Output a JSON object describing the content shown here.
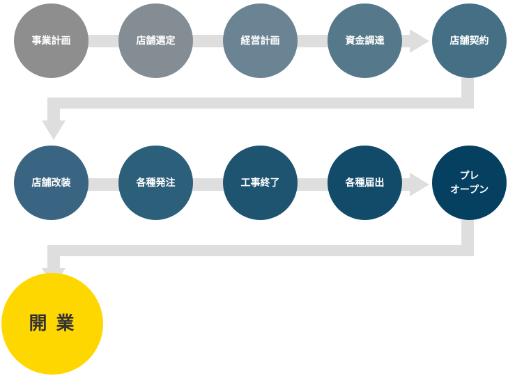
{
  "diagram": {
    "rows": [
      {
        "steps": [
          {
            "label": "事業計画",
            "color": "#8e8e8e"
          },
          {
            "label": "店舗選定",
            "color": "#838d93"
          },
          {
            "label": "経営計画",
            "color": "#6b8493"
          },
          {
            "label": "資金調達",
            "color": "#55798a"
          },
          {
            "label": "店舗契約",
            "color": "#456f85"
          }
        ]
      },
      {
        "steps": [
          {
            "label": "店舗改装",
            "color": "#3a6582"
          },
          {
            "label": "各種発注",
            "color": "#2c5f7a"
          },
          {
            "label": "工事終了",
            "color": "#1f5470"
          },
          {
            "label": "各種届出",
            "color": "#124b69"
          },
          {
            "label": "プレ\nオープン",
            "color": "#054061"
          }
        ]
      }
    ],
    "final": {
      "label": "開 業",
      "color": "#ffd700"
    },
    "connector_color": "#dedede"
  }
}
